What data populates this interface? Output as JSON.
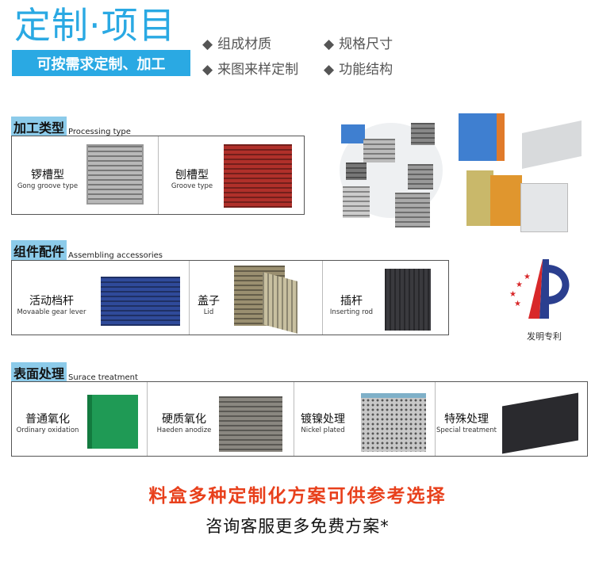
{
  "header": {
    "title": "定制·项目",
    "subtitle": "可按需求定制、加工",
    "features": [
      "组成材质",
      "规格尺寸",
      "来图来样定制",
      "功能结构"
    ],
    "bullet_icon": "diamond-icon"
  },
  "sections": [
    {
      "title_cn": "加工类型",
      "title_en": "Processing type",
      "items": [
        {
          "cn": "锣槽型",
          "en": "Gong groove type",
          "color": "#b8b8b8"
        },
        {
          "cn": "刨槽型",
          "en": "Groove type",
          "color": "#b0302a"
        }
      ]
    },
    {
      "title_cn": "组件配件",
      "title_en": "Assembling accessories",
      "items": [
        {
          "cn": "活动档杆",
          "en": "Movaable gear lever",
          "color": "#2f4a9a"
        },
        {
          "cn": "盖子",
          "en": "Lid",
          "color": "#9a8f70"
        },
        {
          "cn": "插杆",
          "en": "Inserting rod",
          "color": "#3a3a3e"
        }
      ]
    },
    {
      "title_cn": "表面处理",
      "title_en": "Surace treatment",
      "items": [
        {
          "cn": "普通氧化",
          "en": "Ordinary oxidation",
          "color": "#1f9a55"
        },
        {
          "cn": "硬质氧化",
          "en": "Haeden anodize",
          "color": "#8a8780"
        },
        {
          "cn": "镀镍处理",
          "en": "Nickel plated",
          "color": "#c8c8c8"
        },
        {
          "cn": "特殊处理",
          "en": "Special treatment",
          "color": "#2a2a2e"
        }
      ]
    }
  ],
  "patent": {
    "label": "发明专利"
  },
  "footer": {
    "headline": "料盒多种定制化方案可供参考选择",
    "cta": "咨询客服更多免费方案*"
  },
  "colors": {
    "brand_blue": "#2aa9e3",
    "section_blue": "#8ccbea",
    "headline_red": "#e8401c"
  }
}
